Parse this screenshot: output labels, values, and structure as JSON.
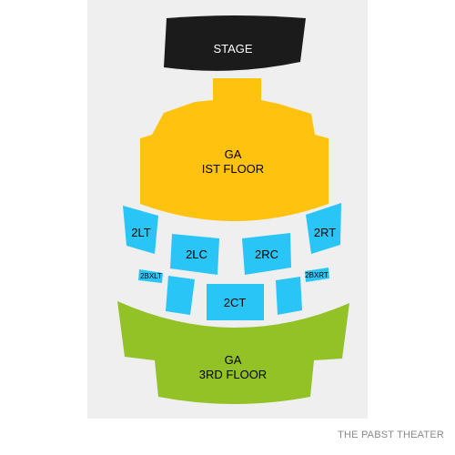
{
  "venue": {
    "name": "THE PABST THEATER"
  },
  "colors": {
    "stage": "#1b1b1b",
    "floor": "#ffc20e",
    "boxes": "#29c5f6",
    "third_floor": "#92c225"
  },
  "sections": {
    "stage": "STAGE",
    "ga_first": {
      "line1": "GA",
      "line2": "IST FLOOR"
    },
    "lt2": "2LT",
    "rt2": "2RT",
    "lc2": "2LC",
    "rc2": "2RC",
    "ct2": "2CT",
    "bxlt": "2BXLT",
    "bxrt": "2BXRT",
    "ga_third": {
      "line1": "GA",
      "line2": "3RD FLOOR"
    }
  }
}
